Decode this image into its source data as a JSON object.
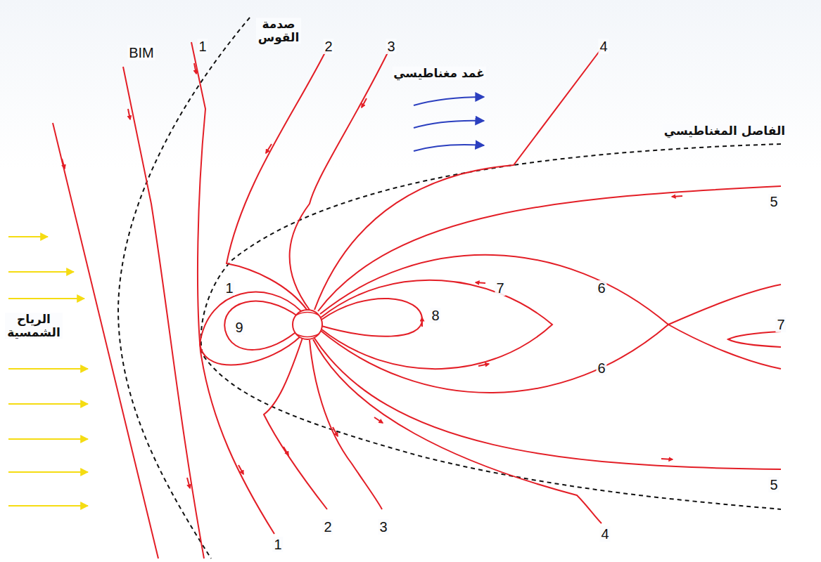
{
  "diagram": {
    "labels": [
      "صدمة القوس",
      "BIM",
      "1",
      "2",
      "3",
      "4",
      "غمد مغناطيسي",
      "الفاصل المغناطيسي",
      "5",
      "الرياح الشمسية",
      "1",
      "9",
      "7",
      "6",
      "8",
      "6",
      "7",
      "5",
      "1",
      "2",
      "3",
      "4"
    ]
  }
}
